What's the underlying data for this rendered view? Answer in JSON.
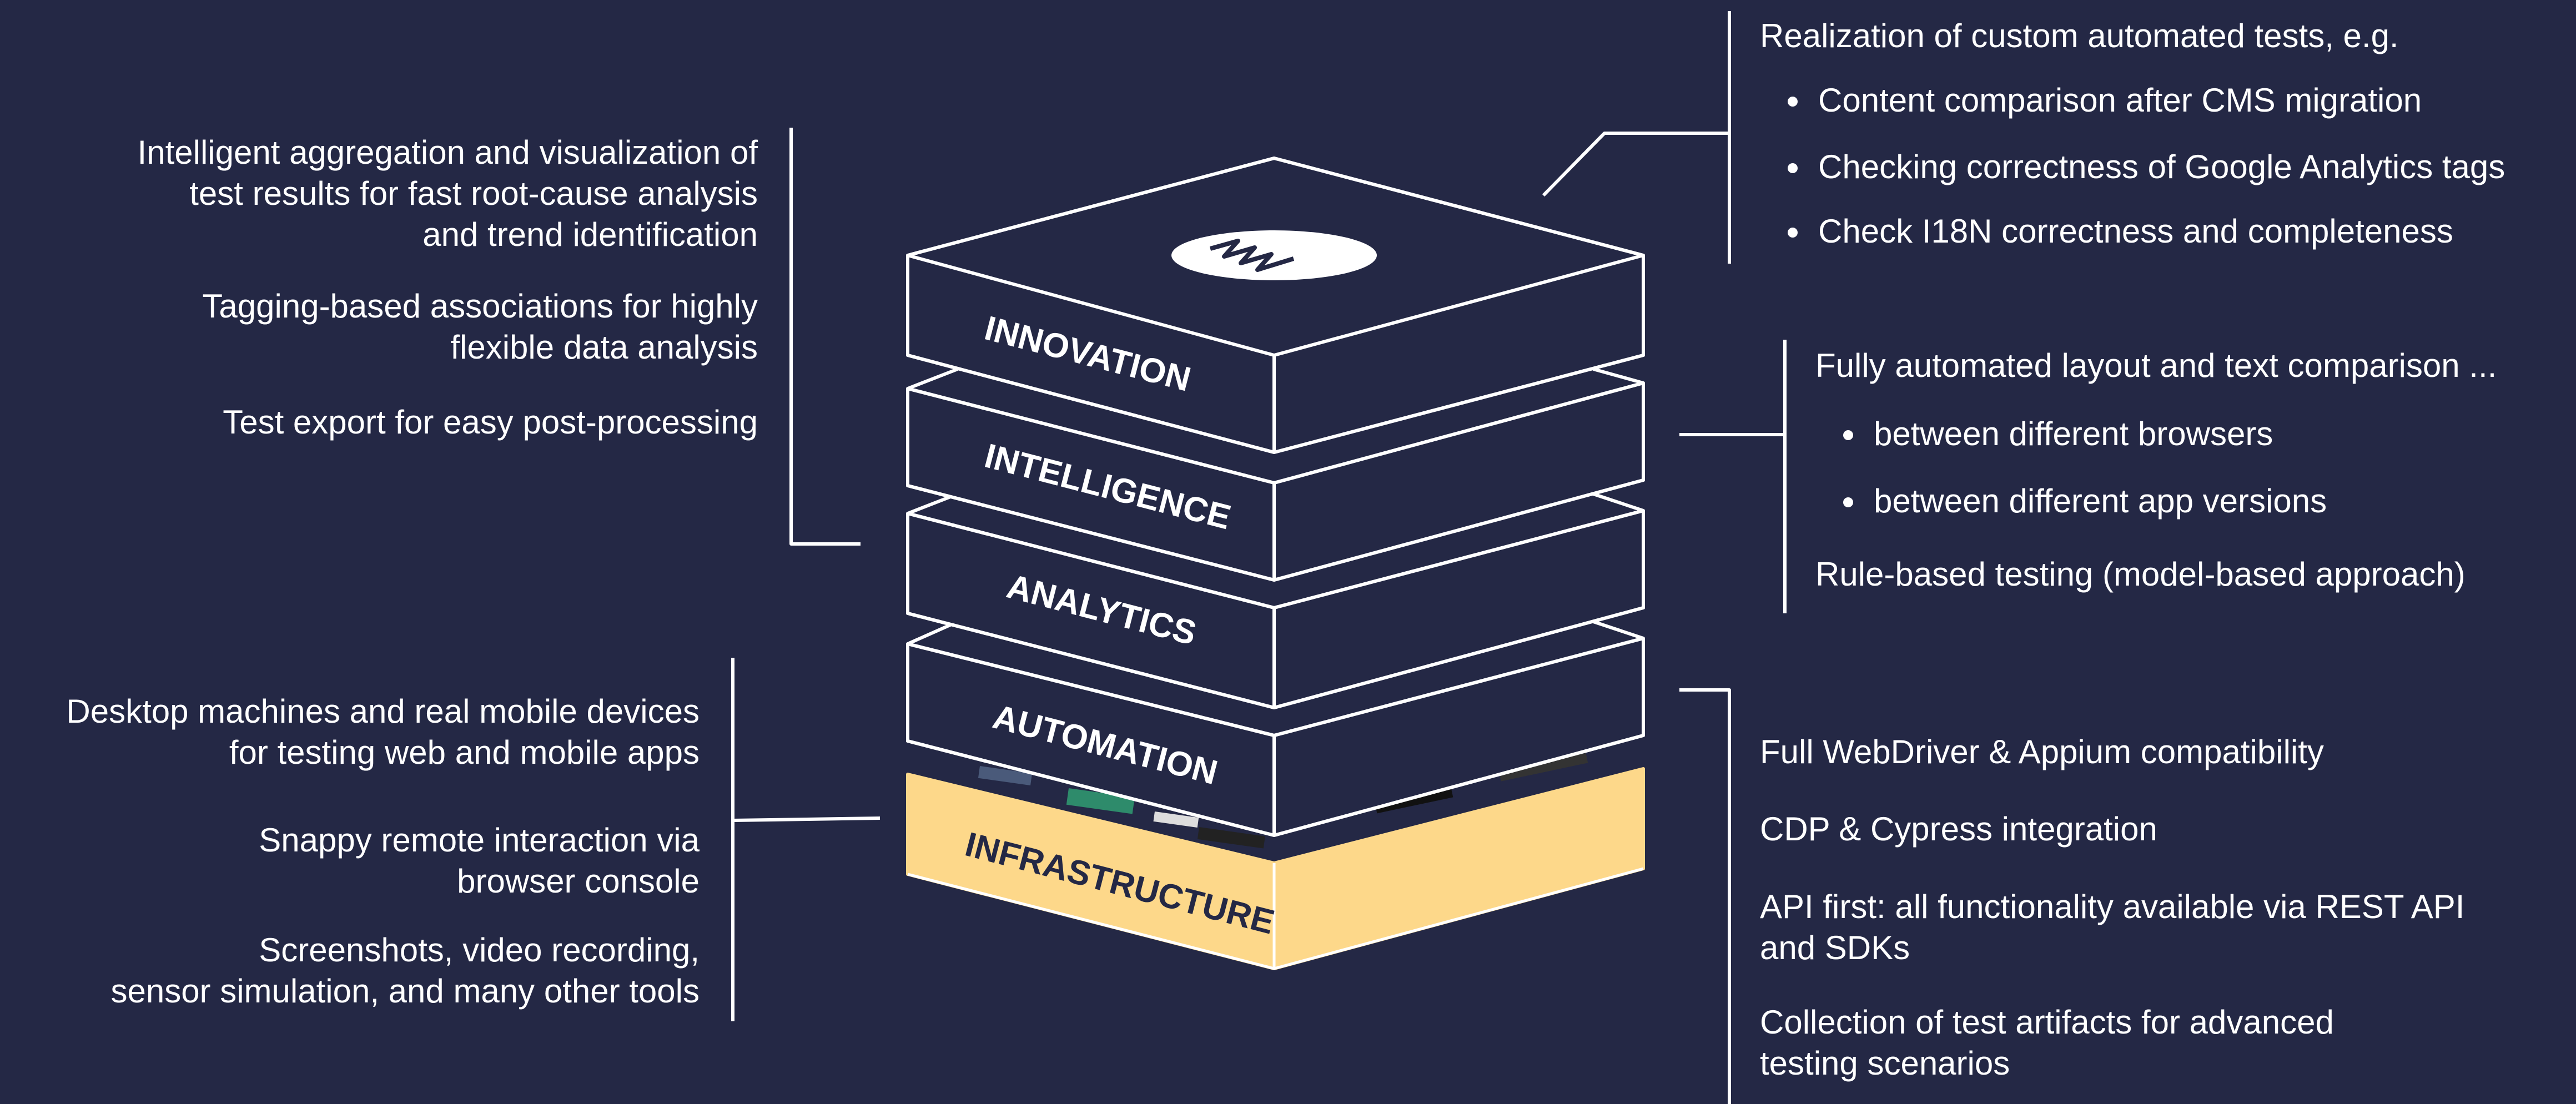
{
  "colors": {
    "background": "#242845",
    "line": "#ffffff",
    "infrastructure_fill": "#fdd88a",
    "infrastructure_text": "#242845"
  },
  "logo": {
    "icon": "wavy-logo-icon"
  },
  "layers": [
    {
      "label": "INNOVATION"
    },
    {
      "label": "INTELLIGENCE"
    },
    {
      "label": "ANALYTICS"
    },
    {
      "label": "AUTOMATION"
    },
    {
      "label": "INFRASTRUCTURE"
    }
  ],
  "top_left": {
    "items": [
      "Intelligent aggregation and visualization of",
      "test results for fast root-cause analysis",
      "and trend identification",
      "Tagging-based associations for highly",
      "flexible data analysis",
      "Test export for easy post-processing"
    ]
  },
  "top_right": {
    "intro": "Realization of custom automated tests, e.g.",
    "bullets": [
      "Content comparison after CMS migration",
      "Checking correctness of Google Analytics tags",
      "Check I18N correctness and completeness"
    ]
  },
  "middle_right": {
    "intro": "Fully automated layout and text comparison ...",
    "bullets": [
      "between different browsers",
      "between different app versions"
    ],
    "outro": "Rule-based testing (model-based approach)"
  },
  "bottom_left": {
    "items": [
      "Desktop machines and real mobile devices",
      "for testing web and mobile apps",
      "Snappy remote interaction via",
      "browser console",
      "Screenshots, video recording,",
      "sensor simulation, and many other tools"
    ]
  },
  "bottom_right": {
    "items": [
      "Full WebDriver & Appium compatibility",
      "CDP & Cypress integration",
      "API first: all functionality available via REST API",
      "and SDKs",
      "Collection of test artifacts for advanced",
      "testing scenarios"
    ]
  }
}
